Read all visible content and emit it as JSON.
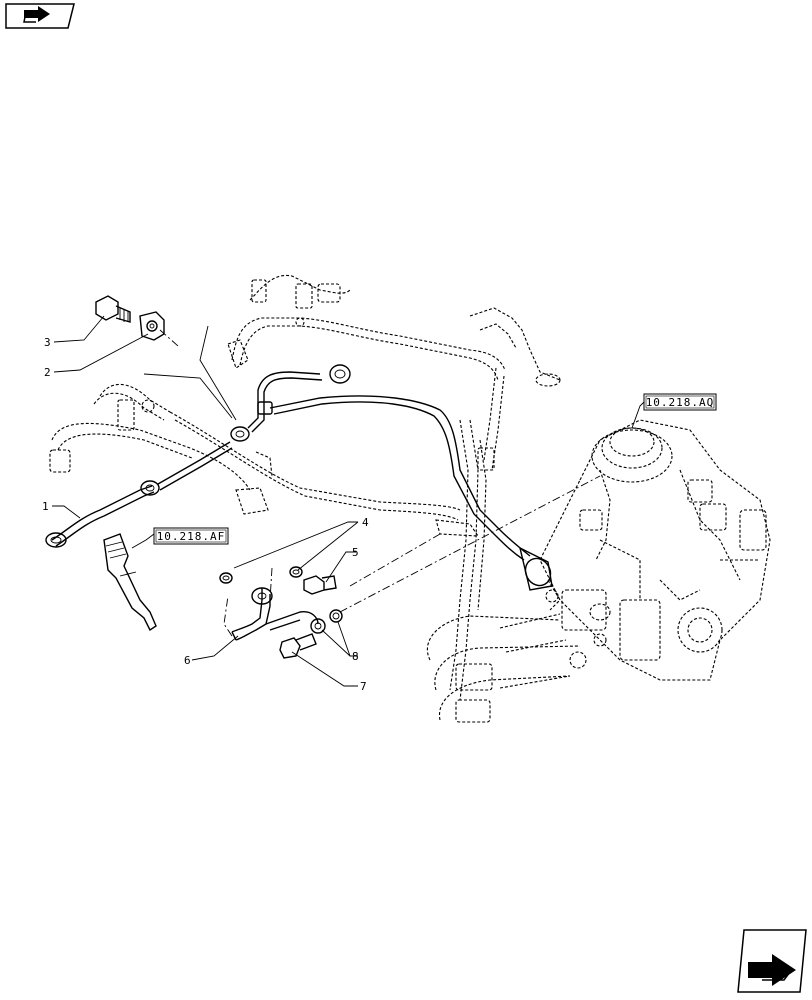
{
  "nav": {
    "prev_icon": "arrow-back-icon",
    "next_icon": "arrow-forward-icon"
  },
  "refs": {
    "pump_ref": "10.218.AQ",
    "injector_ref": "10.218.AF"
  },
  "callouts": {
    "c1": "1",
    "c2": "2",
    "c3": "3",
    "c4": "4",
    "c5": "5",
    "c6": "6",
    "c7": "7",
    "c8": "8"
  }
}
